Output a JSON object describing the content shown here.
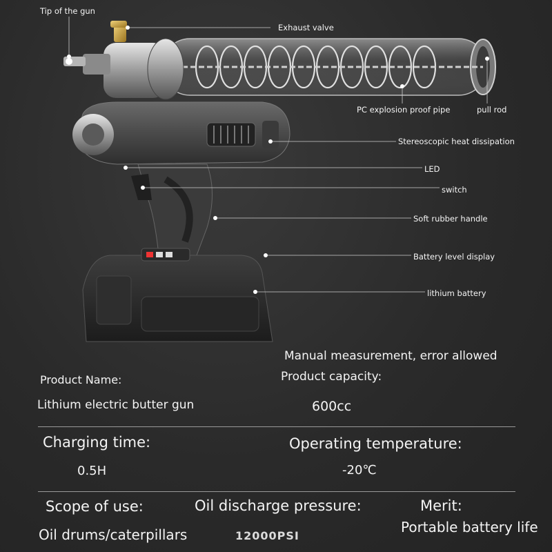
{
  "callouts": {
    "tip": "Tip of the gun",
    "exhaust": "Exhaust valve",
    "pc_pipe": "PC explosion proof pipe",
    "pull_rod": "pull rod",
    "heat": "Stereoscopic heat dissipation",
    "led": "LED",
    "switch": "switch",
    "handle": "Soft rubber handle",
    "battery_display": "Battery level display",
    "lithium": "lithium battery"
  },
  "specs": {
    "note": "Manual measurement, error allowed",
    "product_name_label": "Product Name:",
    "product_name_value": "Lithium electric butter gun",
    "capacity_label": "Product capacity:",
    "capacity_value": "600cc",
    "charging_label": "Charging time:",
    "charging_value": "0.5H",
    "temp_label": "Operating temperature:",
    "temp_value": "-20℃",
    "scope_label": "Scope of use:",
    "scope_value": "Oil drums/caterpillars",
    "pressure_label": "Oil discharge pressure:",
    "pressure_value": "12000PSI",
    "merit_label": "Merit:",
    "merit_value": "Portable battery life"
  },
  "colors": {
    "background": "#2b2b2b",
    "metal": "#9a9a9a",
    "text": "#f4f4f4"
  }
}
